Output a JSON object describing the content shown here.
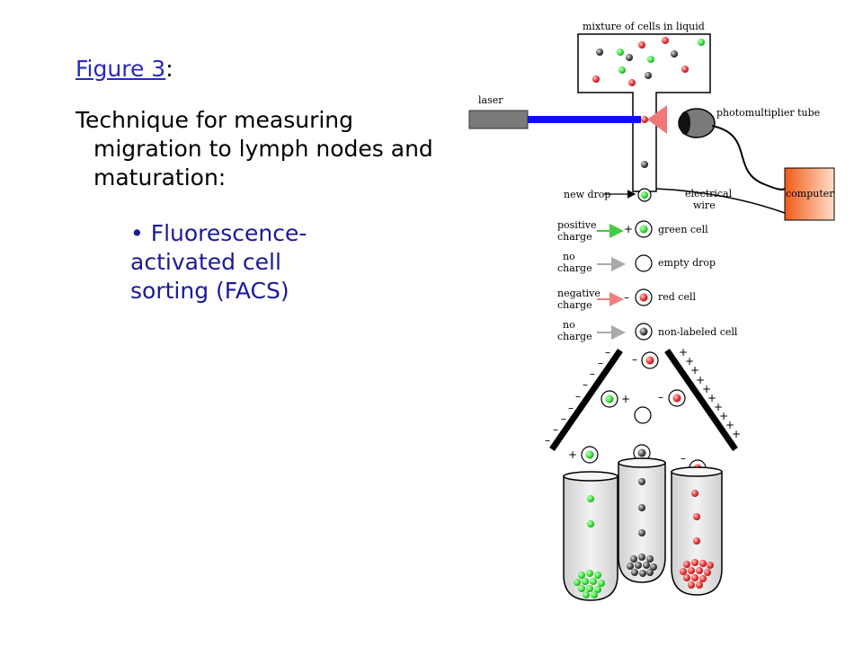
{
  "slide": {
    "figure_link": "Figure 3",
    "figure_suffix": ":",
    "main_text": "Technique for measuring migration to lymph nodes and maturation:",
    "bullet_symbol": "•",
    "bullet_text": "Fluorescence-activated cell sorting (FACS)"
  },
  "diagram": {
    "labels": {
      "mixture": "mixture of cells in liquid",
      "laser": "laser",
      "pmt": "photomultiplier tube",
      "computer": "computer",
      "new_drop": "new drop",
      "electrical_wire_1": "electrical",
      "electrical_wire_2": "wire",
      "positive_charge_1": "positive",
      "positive_charge_2": "charge",
      "no_charge_1": "no",
      "no_charge_2": "charge",
      "negative_charge_1": "negative",
      "negative_charge_2": "charge",
      "no_charge_b_1": "no",
      "no_charge_b_2": "charge",
      "green_cell": "green cell",
      "empty_drop": "empty drop",
      "red_cell": "red cell",
      "non_labeled_cell": "non-labeled cell"
    },
    "symbols": {
      "plus": "+",
      "minus": "–"
    },
    "colors": {
      "green": "#3ee53e",
      "red": "#f03a3a",
      "gray": "#555555",
      "laser_beam": "#1010ee",
      "laser_body": "#7a7a7a",
      "computer_orange": "#f07a28",
      "arrow_green": "#44cc44",
      "arrow_gray": "#aaaaaa",
      "arrow_red": "#f08080",
      "cone": "#f07878",
      "tube_fill": "#e0e0e0"
    }
  }
}
